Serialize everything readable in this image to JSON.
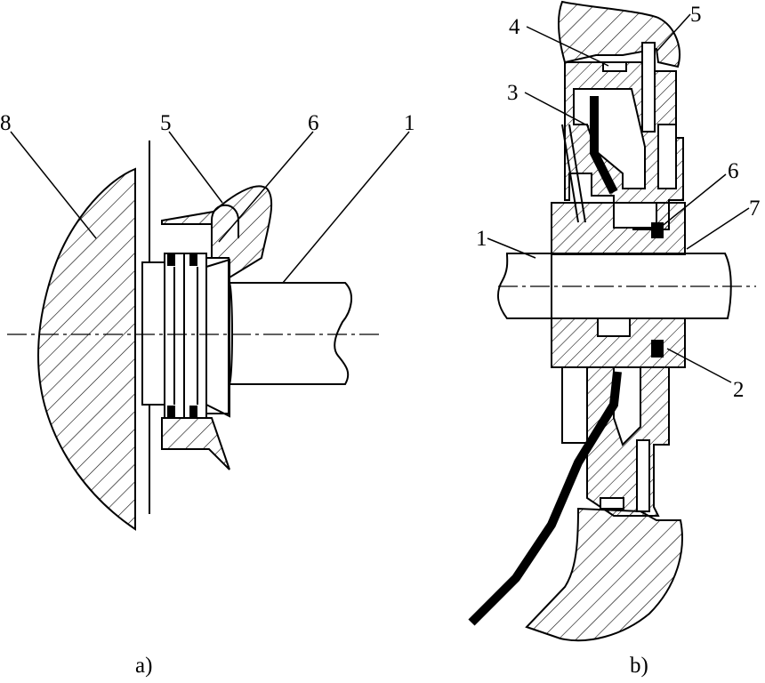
{
  "figure_a": {
    "caption": "a)",
    "labels": {
      "p8": "8",
      "p5": "5",
      "p6": "6",
      "p1": "1"
    }
  },
  "figure_b": {
    "caption": "b)",
    "labels": {
      "p5": "5",
      "p4": "4",
      "p3": "3",
      "p6": "6",
      "p7": "7",
      "p1": "1",
      "p2": "2"
    }
  },
  "colors": {
    "line": "#000000",
    "background": "#ffffff"
  }
}
